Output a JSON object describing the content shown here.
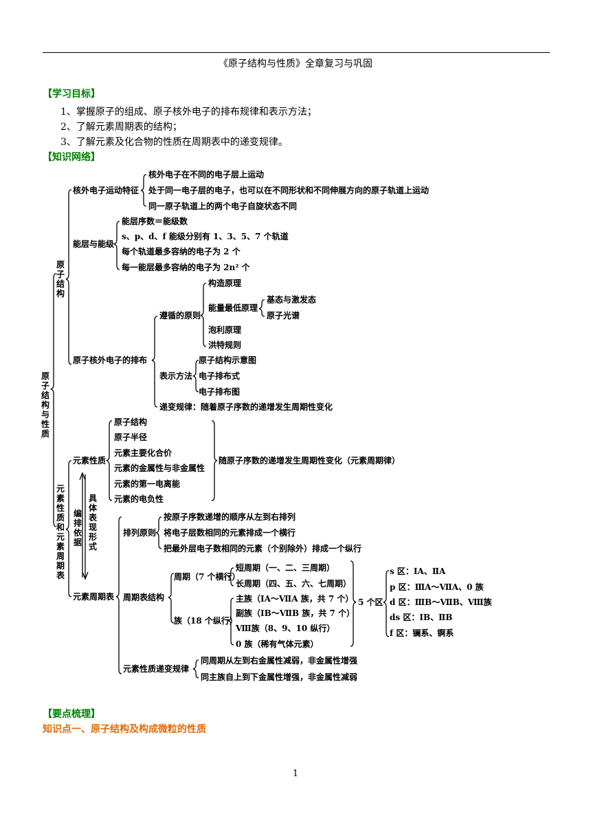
{
  "doc": {
    "title": "《原子结构与性质》全章复习与巩固",
    "page_number": "1"
  },
  "sections": {
    "objectives_header": "【学习目标】",
    "objectives": [
      "1、掌握原子的组成、原子核外电子的排布规律和表示方法；",
      "2、了解元素周期表的结构；",
      "3、了解元素及化合物的性质在周期表中的递变规律。"
    ],
    "network_header": "【知识网络】",
    "points_header": "【要点梳理】",
    "point1": "知识点一、原子结构及构成微粒的性质"
  },
  "tree": {
    "root": "原子结构与性质",
    "a": "原子结构",
    "a1": "核外电子运动特征",
    "a1_items": [
      "核外电子在不同的电子层上运动",
      "处于同一电子层的电子，也可以在不同形状和不同伸展方向的原子轨道上运动",
      "同一原子轨道上的两个电子自旋状态不同"
    ],
    "a2": "能层与能级",
    "a2_items": [
      "能层序数＝能级数",
      "s、p、d、f 能级分别有 1、3、5、7 个轨道",
      "每个轨道最多容纳的电子为 2 个",
      "每一能层最多容纳的电子为 2n² 个"
    ],
    "a3": "原子核外电子的排布",
    "a3_follow": "遵循的原则",
    "a3_follow_items": [
      "构造原理",
      "能量最低原理",
      "泡利原理",
      "洪特规则"
    ],
    "a3_lowest_items": [
      "基态与激发态",
      "原子光谱"
    ],
    "a3_repr": "表示方法",
    "a3_repr_items": [
      "原子结构示意图",
      "电子排布式",
      "电子排布图"
    ],
    "a3_trend": "递变规律：随着原子序数的递增发生周期性变化",
    "b": "元素性质和元素周期表",
    "b1": "元素性质",
    "b1_items": [
      "原子结构",
      "原子半径",
      "元素主要化合价",
      "元素的金属性与非金属性",
      "元素的第一电离能",
      "元素的电负性"
    ],
    "b1_result": "随原子序数的递增发生周期性变化（元素周期律）",
    "b_link_left": "编排依据",
    "b_link_right": "具体表现形式",
    "b2": "元素周期表",
    "b2_arrange": "排列原则",
    "b2_arrange_items": [
      "按原子序数递增的顺序从左到右排列",
      "将电子层数相同的元素排成一个横行",
      "把最外层电子数相同的元素（个别除外）排成一个纵行"
    ],
    "b2_struct": "周期表结构",
    "b2_period": "周期（7 个横行）",
    "b2_period_items": [
      "短周期（一、二、三周期）",
      "长周期（四、五、六、七周期）"
    ],
    "b2_group": "族（18 个纵行）",
    "b2_group_items": [
      "主族（ⅠA～ⅦA 族，共 7 个）",
      "副族（ⅠB～ⅦB 族，共 7 个）",
      "Ⅷ族（8、9、10 纵行）",
      "0 族（稀有气体元素）"
    ],
    "b2_zones": "5 个区",
    "b2_zone_items": [
      "s 区：ⅠA、ⅡA",
      "p 区：ⅢA～ⅦA、0 族",
      "d 区：ⅢB～ⅦB、Ⅷ族",
      "ds 区：ⅠB、ⅡB",
      "f 区：镧系、锕系"
    ],
    "b2_trend": "元素性质递变规律",
    "b2_trend_items": [
      "同周期从左到右金属性减弱，非金属性增强",
      "同主族自上到下金属性增强，非金属性减弱"
    ]
  }
}
